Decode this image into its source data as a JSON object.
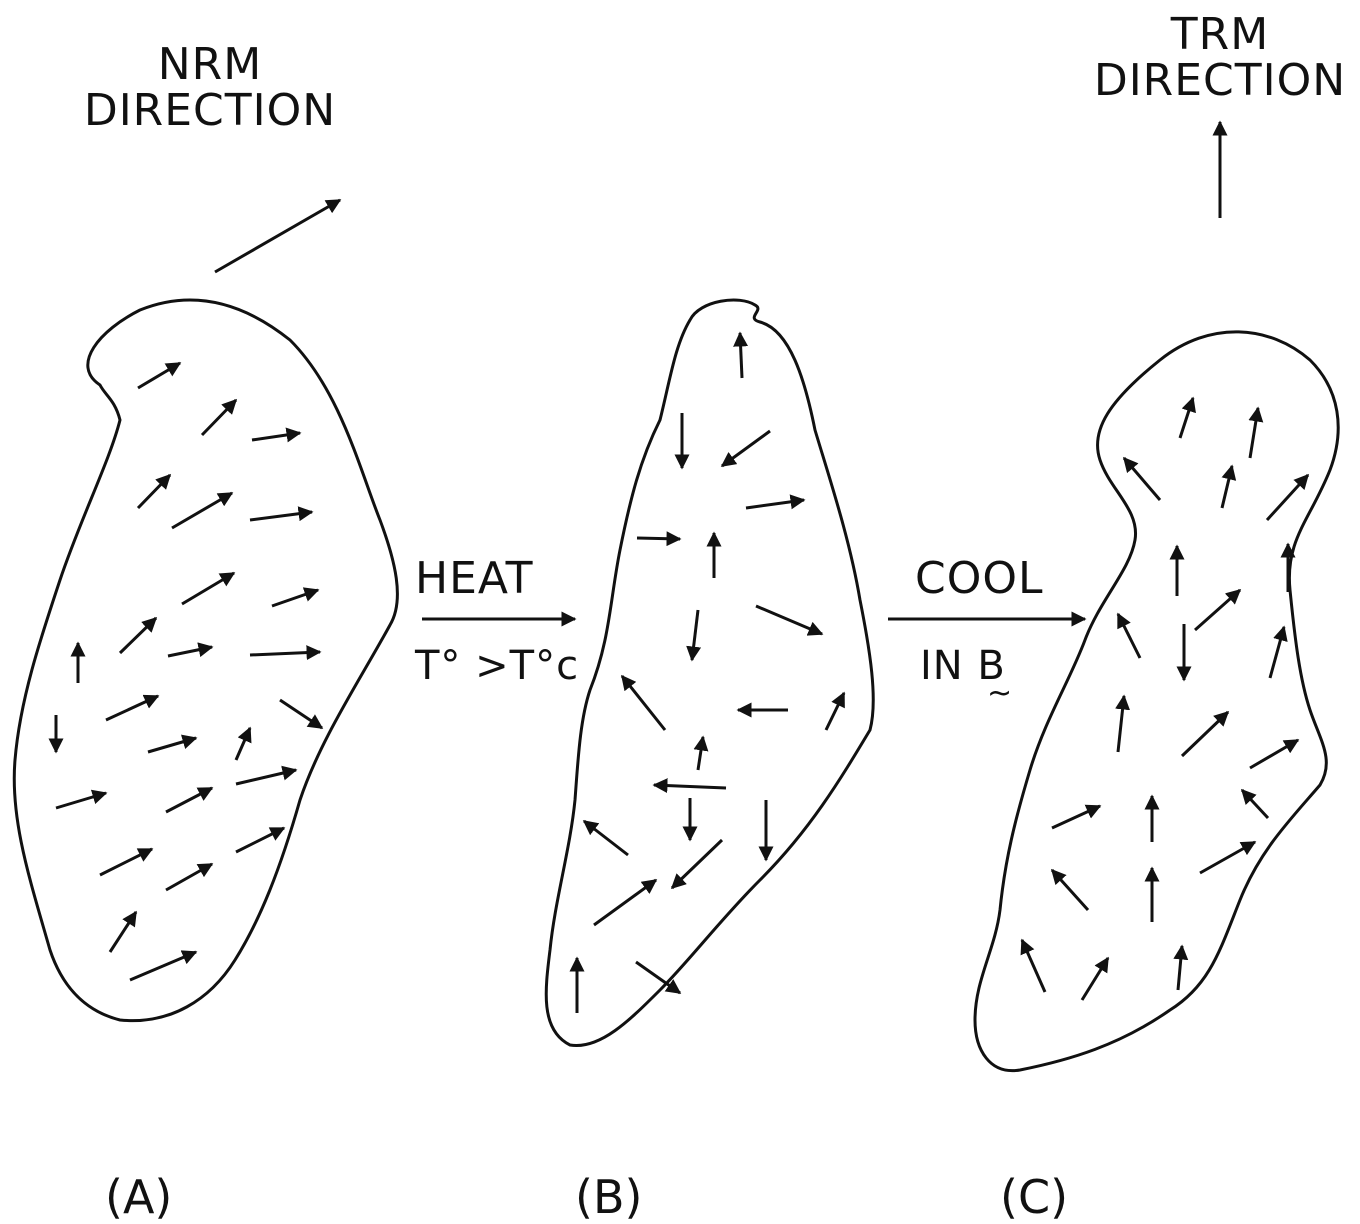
{
  "labels": {
    "nrm_line1": "NRM",
    "nrm_line2": "DIRECTION",
    "trm_line1": "TRM",
    "trm_line2": "DIRECTION",
    "heat": "HEAT",
    "heat_condition": "T° >T°c",
    "cool": "COOL",
    "cool_condition": "IN B",
    "cool_condition_mark": "~",
    "panel_a": "(A)",
    "panel_b": "(B)",
    "panel_c": "(C)"
  }
}
